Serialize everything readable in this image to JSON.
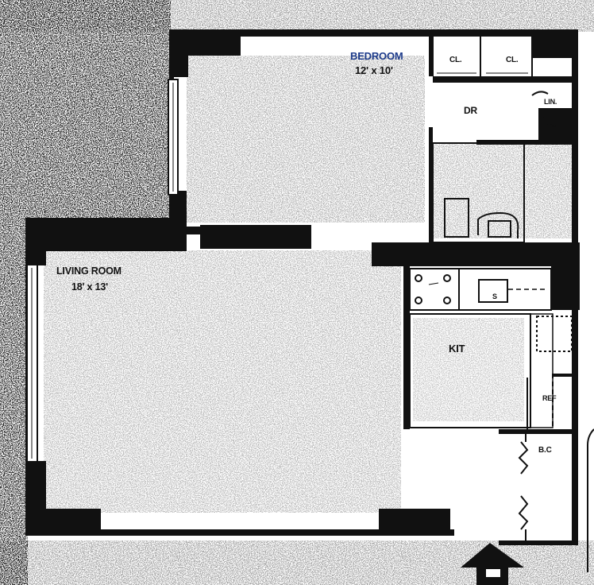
{
  "rooms": {
    "bedroom": {
      "name": "BEDROOM",
      "dims": "12' x 10'"
    },
    "living_room": {
      "name": "LIVING ROOM",
      "dims": "18' x 13'"
    },
    "closet_1": {
      "name": "CL."
    },
    "closet_2": {
      "name": "CL."
    },
    "linen": {
      "name": "LIN."
    },
    "dressing": {
      "name": "DR"
    },
    "kitchen": {
      "name": "KIT"
    },
    "sink": {
      "name": "S"
    },
    "bc": {
      "name": "B.C"
    },
    "ref": {
      "name": "REF"
    }
  },
  "colors": {
    "wall": "#111111",
    "ink": "#111111",
    "paper": "#ffffff",
    "accent_label": "#1c3a8a"
  }
}
